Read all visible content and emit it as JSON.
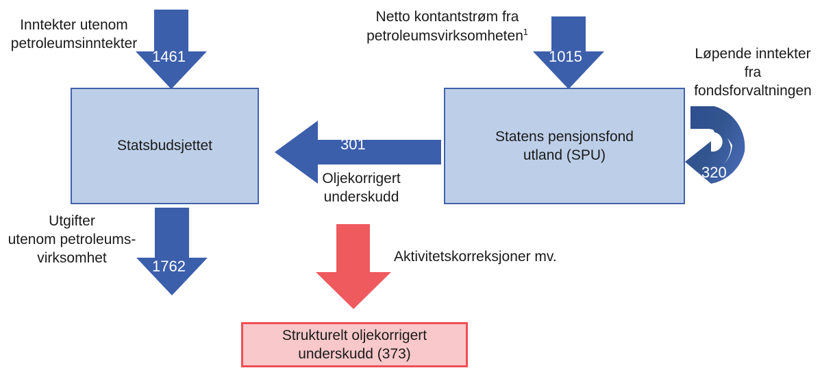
{
  "figure": {
    "type": "flow-diagram",
    "language": "no",
    "colors": {
      "arrow_blue": "#3c5fab",
      "arrow_blue_dark": "#2e4d8f",
      "box_blue_fill": "#bdcfe8",
      "box_blue_border": "#4061ab",
      "arrow_red": "#ef5a5f",
      "box_red_fill": "#f9c8ca",
      "box_red_border": "#ef4f55",
      "text": "#1a1a1a",
      "number_text": "#ffffff"
    }
  },
  "labels": {
    "revenue_excl_petroleum": "Inntekter utenom\npetroleumsinntekter",
    "net_cash_flow_petroleum": "Netto kontantstrøm fra\npetroleumsvirksomheten",
    "net_cash_flow_petroleum_footnote": "1",
    "fund_management_income": "Løpende inntekter\nfra\nfondsforvaltningen",
    "expenses_excl_petroleum": "Utgifter\nutenom petroleums-\nvirksomhet",
    "oil_corrected_deficit": "Oljekorrigert\nunderskudd",
    "activity_corrections": "Aktivitetskorreksjoner mv."
  },
  "boxes": {
    "state_budget": "Statsbudsjettet",
    "pension_fund": "Statens pensjonsfond\nutland (SPU)",
    "structural_deficit": "Strukturelt oljekorrigert\nunderskudd (373)"
  },
  "flows": {
    "revenue_excl_petroleum_value": "1461",
    "net_cash_flow_petroleum_value": "1015",
    "fund_management_income_value": "320",
    "oil_corrected_deficit_value": "301",
    "expenses_excl_petroleum_value": "1762"
  },
  "chart_data": {
    "type": "diagram",
    "title": "",
    "nodes": [
      {
        "id": "state_budget",
        "label": "Statsbudsjettet",
        "style": "blue-box"
      },
      {
        "id": "pension_fund",
        "label": "Statens pensjonsfond utland (SPU)",
        "style": "blue-box"
      },
      {
        "id": "structural_deficit",
        "label": "Strukturelt oljekorrigert underskudd (373)",
        "style": "red-box",
        "value": 373
      }
    ],
    "edges": [
      {
        "from": "Inntekter utenom petroleumsinntekter",
        "to": "state_budget",
        "value": 1461,
        "direction": "down",
        "color": "#3c5fab"
      },
      {
        "from": "Netto kontantstrøm fra petroleumsvirksomheten",
        "to": "pension_fund",
        "value": 1015,
        "direction": "down",
        "color": "#3c5fab"
      },
      {
        "from": "Løpende inntekter fra fondsforvaltningen",
        "to": "pension_fund",
        "value": 320,
        "direction": "loop-left",
        "color": "#2e4d8f"
      },
      {
        "from": "pension_fund",
        "to": "state_budget",
        "value": 301,
        "direction": "left",
        "label": "Oljekorrigert underskudd",
        "color": "#3c5fab"
      },
      {
        "from": "state_budget",
        "to": "Utgifter utenom petroleumsvirksomhet",
        "value": 1762,
        "direction": "down",
        "color": "#3c5fab"
      },
      {
        "from": "oljekorrigert underskudd",
        "to": "structural_deficit",
        "value": null,
        "direction": "down",
        "label": "Aktivitetskorreksjoner mv.",
        "color": "#ef5a5f"
      }
    ]
  }
}
